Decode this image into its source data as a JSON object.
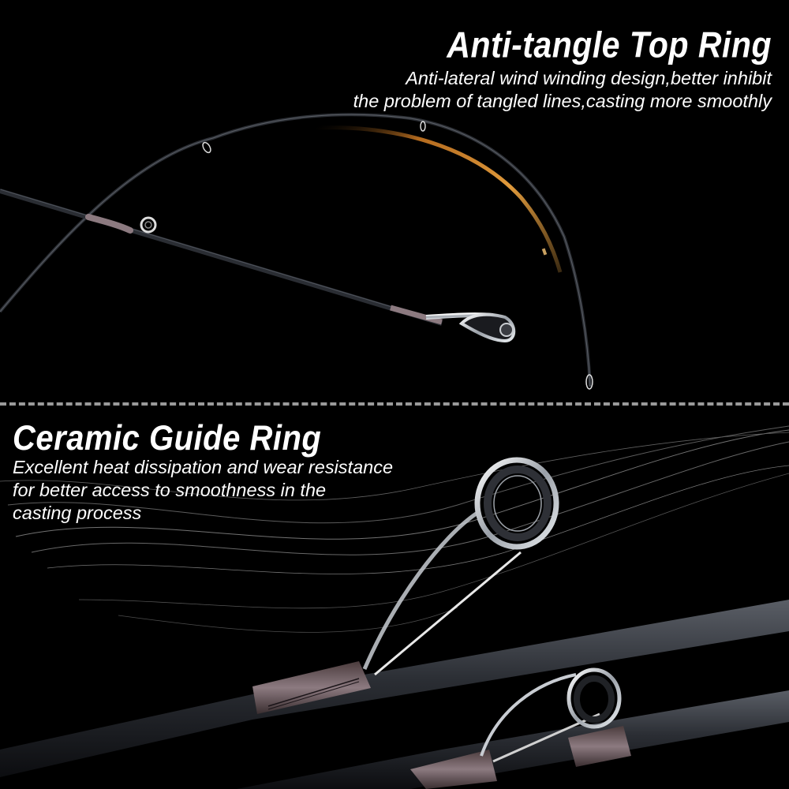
{
  "sections": [
    {
      "title": "Anti-tangle Top Ring",
      "description_lines": [
        "Anti-lateral wind winding design,better inhibit",
        "the problem of tangled lines,casting more smoothly"
      ]
    },
    {
      "title": "Ceramic Guide Ring",
      "description_lines": [
        "Excellent heat dissipation and wear resistance",
        "for better access to smoothness in the",
        "casting process"
      ]
    }
  ],
  "colors": {
    "background": "#000000",
    "text": "#ffffff",
    "divider": "#9a9a9a",
    "rod_tip_accent": "#d98a2b",
    "thread_wrap": "#6e5a5c"
  }
}
